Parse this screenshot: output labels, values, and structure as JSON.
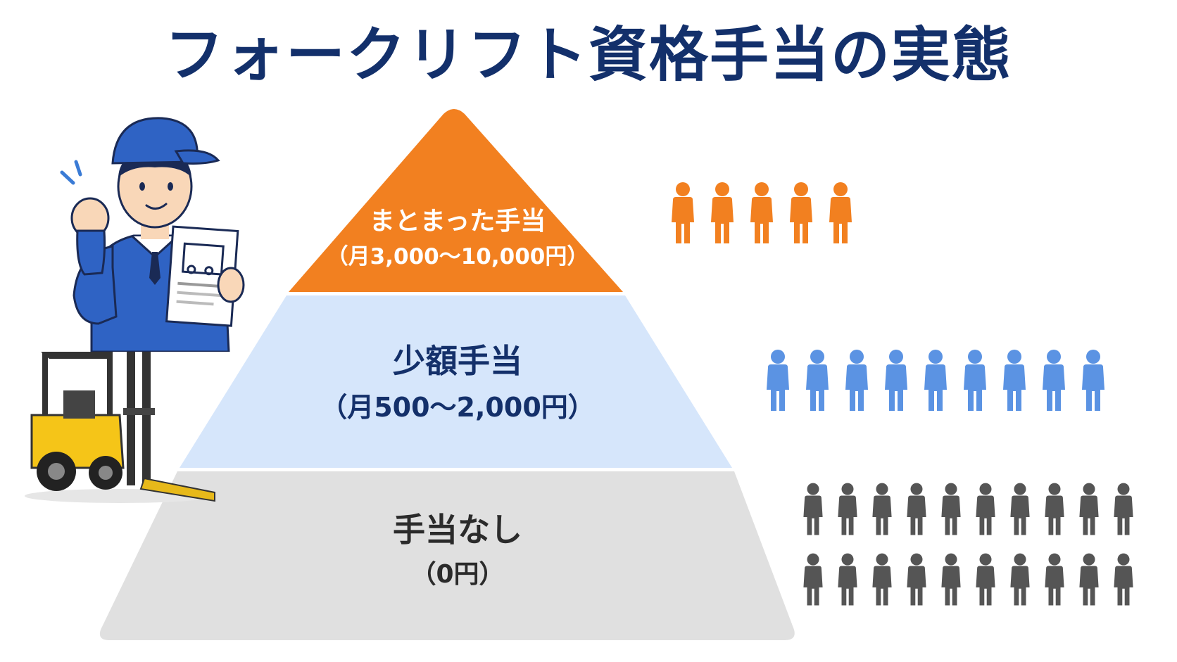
{
  "title": "フォークリフト資格手当の実態",
  "tiers": [
    {
      "label": "まとまった手当",
      "range": "（月3,000〜10,000円）",
      "color": "#f28020",
      "people_count": 5,
      "people_color": "#f28020"
    },
    {
      "label": "少額手当",
      "range": "（月500〜2,000円）",
      "color": "#d6e6fb",
      "people_count": 9,
      "people_color": "#5b93e3"
    },
    {
      "label": "手当なし",
      "range": "（0円）",
      "color": "#e0e0e0",
      "people_count": 20,
      "people_color": "#555555"
    }
  ],
  "illustration": {
    "worker": "worker-holding-license-icon",
    "forklift": "forklift-icon"
  }
}
